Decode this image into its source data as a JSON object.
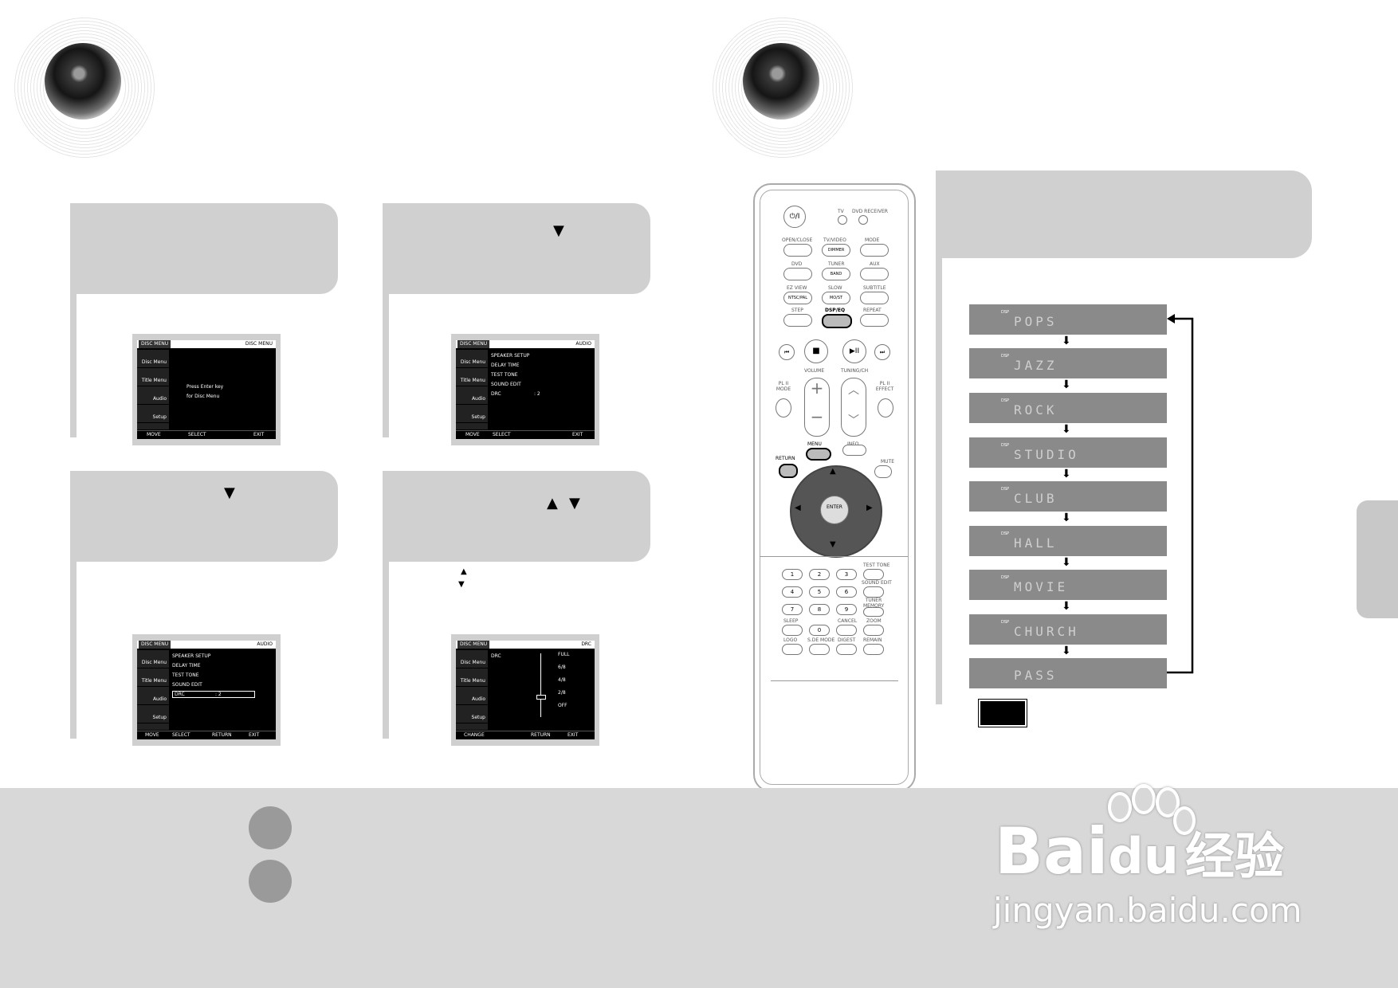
{
  "menus": {
    "disc": {
      "title_left": "DISC MENU",
      "title_right": "DISC MENU",
      "side": [
        "Disc Menu",
        "Title Menu",
        "Audio",
        "Setup"
      ],
      "message": [
        "Press Enter key",
        "for Disc Menu"
      ],
      "footer": [
        "MOVE",
        "SELECT",
        "EXIT"
      ]
    },
    "audio": {
      "title_left": "DISC MENU",
      "title_right": "AUDIO",
      "side": [
        "Disc Menu",
        "Title Menu",
        "Audio",
        "Setup"
      ],
      "items": [
        "SPEAKER SETUP",
        "DELAY TIME",
        "TEST TONE",
        "SOUND EDIT",
        "DRC"
      ],
      "drc_value": ": 2",
      "footer": [
        "MOVE",
        "SELECT",
        "EXIT"
      ]
    },
    "audio_drc": {
      "title_left": "DISC MENU",
      "title_right": "AUDIO",
      "side": [
        "Disc Menu",
        "Title Menu",
        "Audio",
        "Setup"
      ],
      "items": [
        "SPEAKER SETUP",
        "DELAY TIME",
        "TEST TONE",
        "SOUND EDIT",
        "DRC"
      ],
      "drc_value": ": 2",
      "footer": [
        "MOVE",
        "SELECT",
        "RETURN",
        "EXIT"
      ]
    },
    "drc": {
      "title_left": "DISC MENU",
      "title_right": "DRC",
      "side": [
        "Disc Menu",
        "Title Menu",
        "Audio",
        "Setup"
      ],
      "item": "DRC",
      "levels": [
        "FULL",
        "6/8",
        "4/8",
        "2/8",
        "OFF"
      ],
      "footer": [
        "CHANGE",
        "RETURN",
        "EXIT"
      ]
    }
  },
  "remote": {
    "power": "⏻/I",
    "labels": {
      "tv": "TV",
      "dvd_receiver": "DVD RECEIVER",
      "open_close": "OPEN/CLOSE",
      "tv_video": "TV/VIDEO",
      "dimmer": "DIMMER",
      "mode": "MODE",
      "dvd": "DVD",
      "tuner": "TUNER",
      "band": "BAND",
      "aux": "AUX",
      "ez_view": "EZ VIEW",
      "ntsc_pal": "NTSC/PAL",
      "slow": "SLOW",
      "mo_st": "MO/ST",
      "subtitle": "SUBTITLE",
      "step": "STEP",
      "dsp_eq": "DSP/EQ",
      "repeat": "REPEAT",
      "volume": "VOLUME",
      "tuning_ch": "TUNING/CH",
      "pl2_mode": "PL II MODE",
      "pl2_effect": "PL II EFFECT",
      "menu": "MENU",
      "info": "INFO",
      "return": "RETURN",
      "mute": "MUTE",
      "enter": "ENTER",
      "test_tone": "TEST TONE",
      "sound_edit": "SOUND EDIT",
      "tuner_memory": "TUNER MEMORY",
      "sleep": "SLEEP",
      "cancel": "CANCEL",
      "zoom": "ZOOM",
      "logo": "LOGO",
      "sd_mode": "S.DE MODE",
      "digest": "DIGEST",
      "remain": "REMAIN"
    },
    "numbers": [
      "1",
      "2",
      "3",
      "4",
      "5",
      "6",
      "7",
      "8",
      "9",
      "0"
    ]
  },
  "dsp": {
    "tag": "DSP",
    "modes": [
      "POPS",
      "JAZZ",
      "ROCK",
      "STUDIO",
      "CLUB",
      "HALL",
      "MOVIE",
      "CHURCH",
      "PASS"
    ]
  },
  "watermark": {
    "brand": "Bai",
    "brand2": "du",
    "suffix": "经验",
    "url": "jingyan.baidu.com"
  }
}
